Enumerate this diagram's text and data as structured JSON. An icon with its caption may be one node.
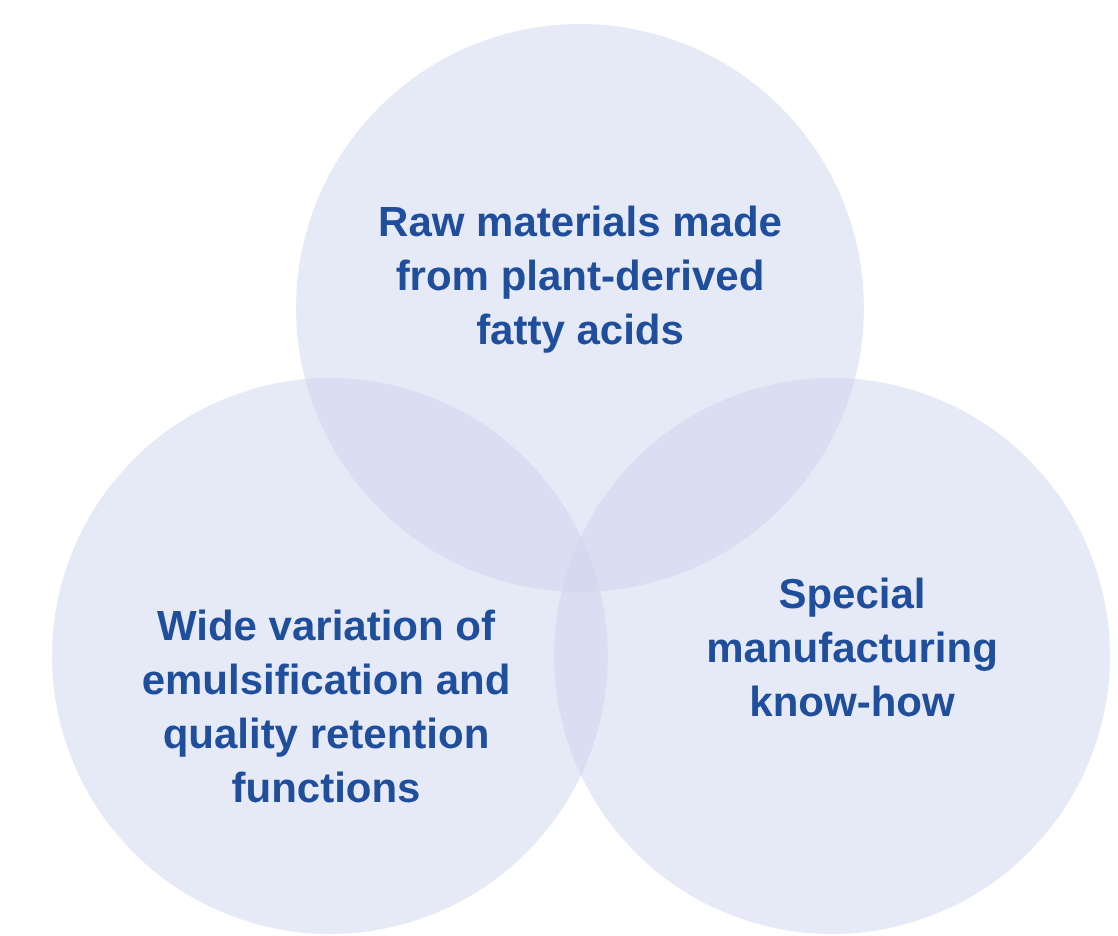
{
  "diagram": {
    "nodes": [
      {
        "text": [
          "Raw materials made from plant-derived fatty acids"
        ]
      },
      {
        "text": [
          "Wide variation of emulsification and quality retention functions"
        ]
      },
      {
        "text": [
          "Special manufacturing know-how"
        ]
      }
    ]
  }
}
